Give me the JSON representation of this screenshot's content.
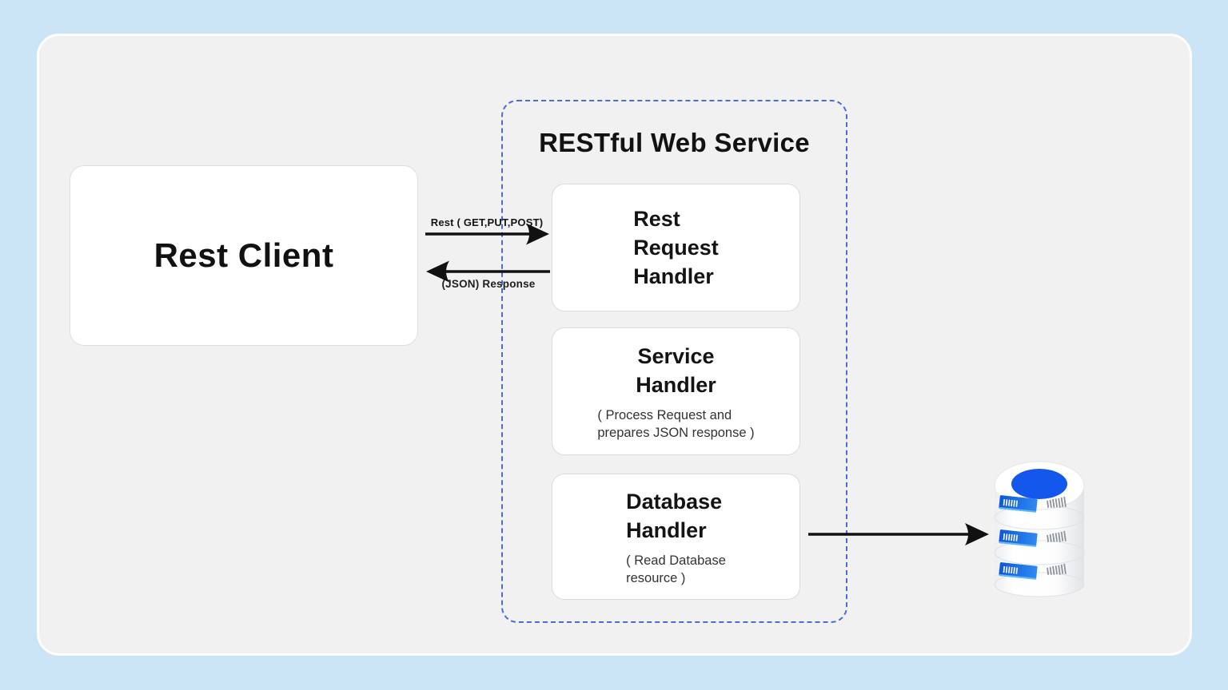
{
  "page": {
    "outer_bg": "#cbe5f6",
    "panel_bg": "#f1f1f2"
  },
  "client": {
    "label": "Rest Client"
  },
  "service": {
    "title": "RESTful Web Service",
    "border_color": "#4a6cd3",
    "request_handler": {
      "line1": "Rest",
      "line2": "Request",
      "line3": "Handler"
    },
    "service_handler": {
      "line1": "Service",
      "line2": "Handler",
      "note1": "( Process Request and",
      "note2": "prepares JSON response )"
    },
    "database_handler": {
      "line1": "Database",
      "line2": "Handler",
      "note1": "( Read Database",
      "note2": "resource )"
    }
  },
  "arrows": {
    "request_label": "Rest ( GET,PUT,POST)",
    "response_label": "(JSON) Response",
    "color": "#111111"
  },
  "icons": {
    "database": "database-stack-icon",
    "db_blue": "#1457ec",
    "db_label_blue": "#1565e4"
  }
}
